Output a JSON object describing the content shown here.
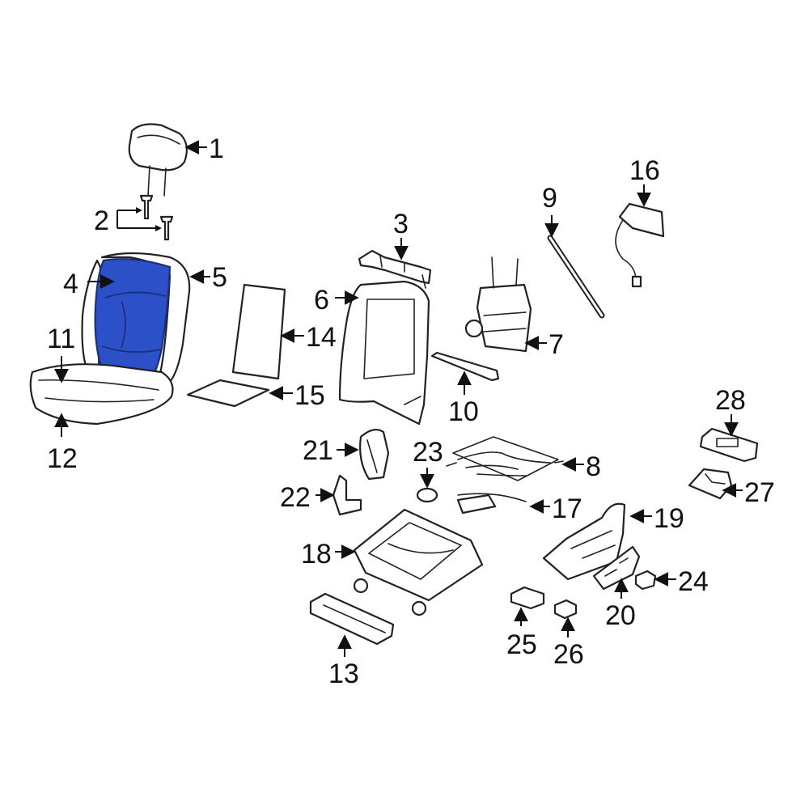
{
  "highlight_color": "#2b50c8",
  "callouts": {
    "c1": "1",
    "c2": "2",
    "c3": "3",
    "c4": "4",
    "c5": "5",
    "c6": "6",
    "c7": "7",
    "c8": "8",
    "c9": "9",
    "c10": "10",
    "c11": "11",
    "c12": "12",
    "c13": "13",
    "c14": "14",
    "c15": "15",
    "c16": "16",
    "c17": "17",
    "c18": "18",
    "c19": "19",
    "c20": "20",
    "c21": "21",
    "c22": "22",
    "c23": "23",
    "c24": "24",
    "c25": "25",
    "c26": "26",
    "c27": "27",
    "c28": "28"
  }
}
